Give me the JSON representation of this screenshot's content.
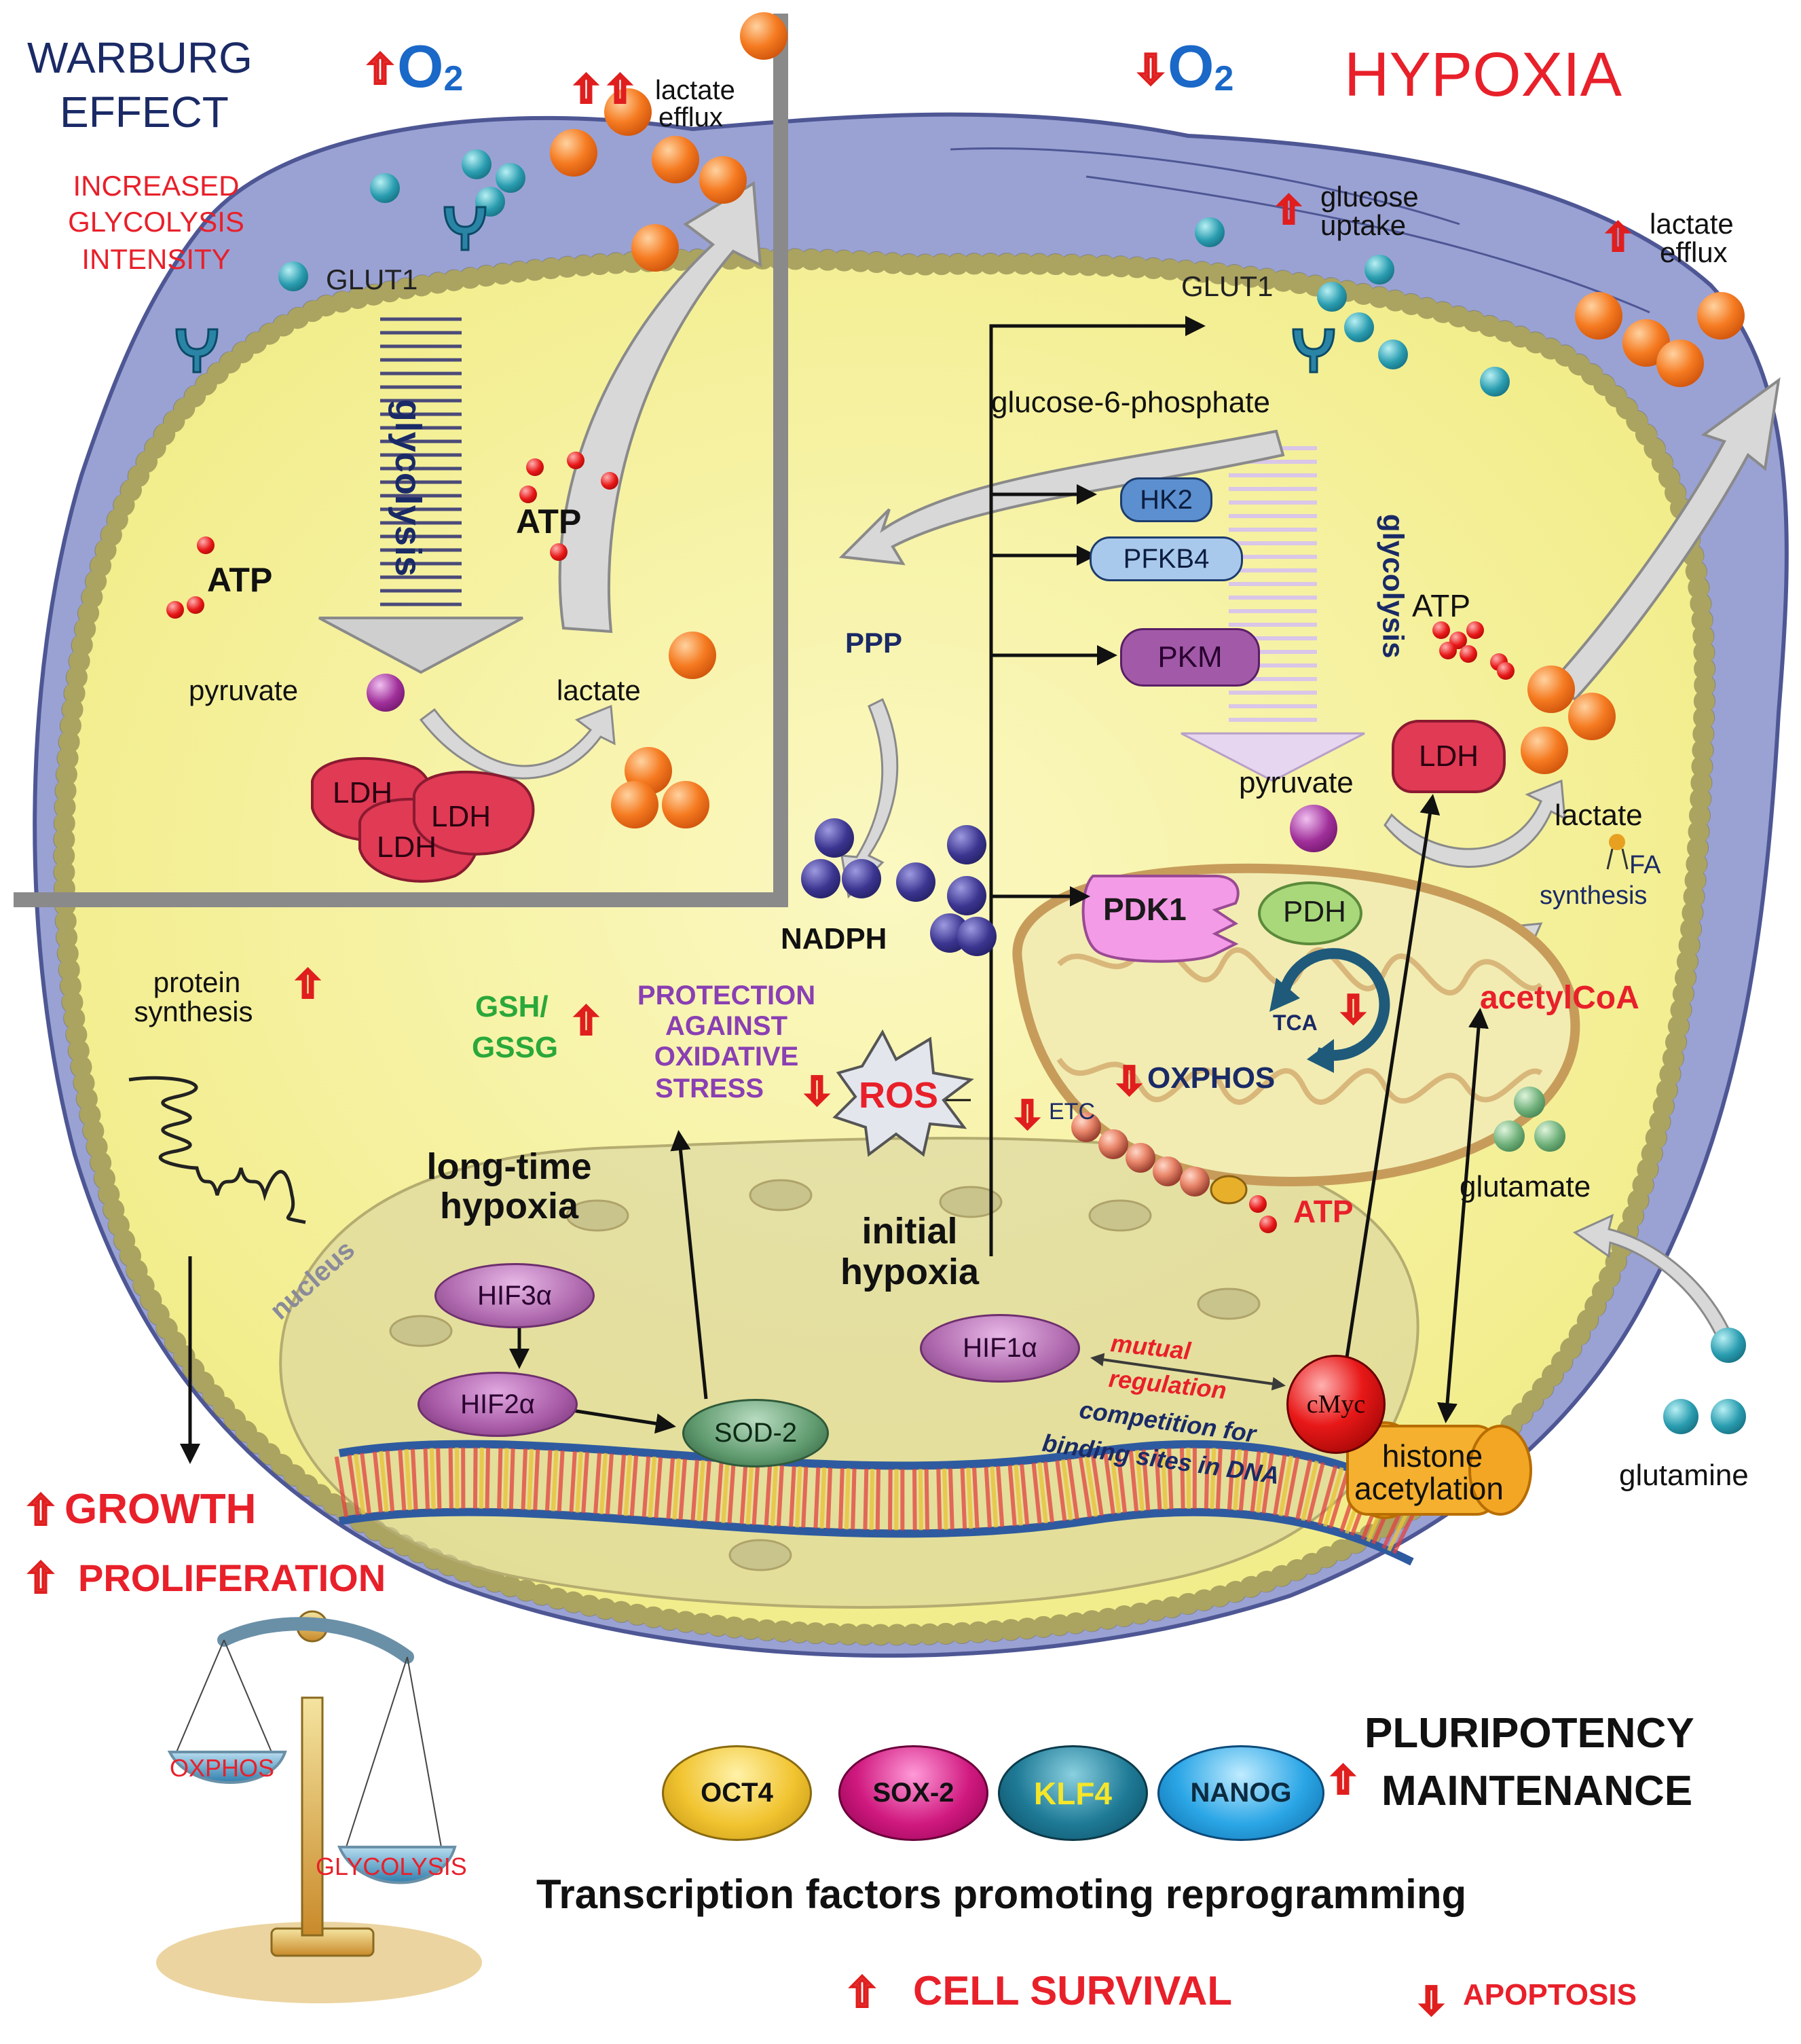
{
  "colors": {
    "red": "#e8202a",
    "navy": "#1a2a66",
    "cytoplasm": "#f7f39d",
    "extracellular": "#9aa2d4",
    "nucleus": "#cfc98a",
    "orange_molecule": "#f07018",
    "ldh": "#e03a55",
    "purple_text": "#8a3fb3",
    "green_text": "#2aa83a",
    "o2_blue": "#1a68c8"
  },
  "warburg": {
    "title_line1": "WARBURG",
    "title_line2": "EFFECT",
    "o2_label": "O",
    "o2_sub": "2",
    "increased_line1": "INCREASED",
    "increased_line2": "GLYCOLYSIS",
    "increased_line3": "INTENSITY",
    "lactate_efflux_line1": "lactate",
    "lactate_efflux_line2": "efflux",
    "glut1": "GLUT1",
    "glycolysis": "glycolysis",
    "atp_left": "ATP",
    "atp_center": "ATP",
    "pyruvate": "pyruvate",
    "lactate": "lactate",
    "ldh": "LDH"
  },
  "hypoxia": {
    "title": "HYPOXIA",
    "o2_label": "O",
    "o2_sub": "2",
    "glucose_uptake_line1": "glucose",
    "glucose_uptake_line2": "uptake",
    "lactate_efflux_line1": "lactate",
    "lactate_efflux_line2": "efflux",
    "glut1": "GLUT1",
    "g6p": "glucose-6-phosphate",
    "hk2": "HK2",
    "pfkb4": "PFKB4",
    "pkm": "PKM",
    "ppp": "PPP",
    "nadph": "NADPH",
    "glycolysis": "glycolysis",
    "atp": "ATP",
    "ldh": "LDH",
    "pyruvate": "pyruvate",
    "lactate": "lactate",
    "fa_line1": "FA",
    "fa_line2": "synthesis",
    "pdk1": "PDK1",
    "pdh": "PDH",
    "tca": "TCA",
    "acetylcoa": "acetylCoA",
    "oxphos": "OXPHOS",
    "etc": "ETC",
    "mito_atp": "ATP",
    "glutamate": "glutamate",
    "glutamine": "glutamine"
  },
  "cytoplasm": {
    "protein_line1": "protein",
    "protein_line2": "synthesis",
    "gsh_line1": "GSH/",
    "gsh_line2": "GSSG",
    "protection_line1": "PROTECTION",
    "protection_line2": "AGAINST",
    "protection_line3": "OXIDATIVE",
    "protection_line4": "STRESS",
    "ros": "ROS",
    "long_time_line1": "long-time",
    "long_time_line2": "hypoxia",
    "initial_line1": "initial",
    "initial_line2": "hypoxia"
  },
  "nucleus": {
    "label": "nucleus",
    "hif3a": "HIF3α",
    "hif2a": "HIF2α",
    "hif1a": "HIF1α",
    "sod2": "SOD-2",
    "cmyc": "cMyc",
    "mutual_line1": "mutual",
    "mutual_line2": "regulation",
    "competition_line1": "competition for",
    "competition_line2": "binding sites in DNA",
    "histone_line1": "histone",
    "histone_line2": "acetylation"
  },
  "outcomes": {
    "growth": "GROWTH",
    "proliferation": "PROLIFERATION",
    "scale_oxphos": "OXPHOS",
    "scale_glycolysis": "GLYCOLYSIS",
    "pluripotency_line1": "PLURIPOTENCY",
    "pluripotency_line2": "MAINTENANCE",
    "tf_oct4": "OCT4",
    "tf_sox2": "SOX-2",
    "tf_klf4": "KLF4",
    "tf_nanog": "NANOG",
    "tf_caption": "Transcription factors promoting reprogramming",
    "cell_survival": "CELL SURVIVAL",
    "apoptosis": "APOPTOSIS"
  }
}
